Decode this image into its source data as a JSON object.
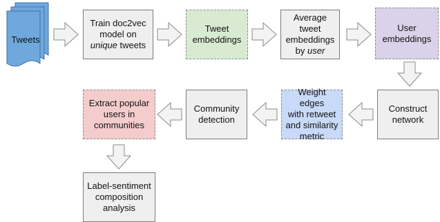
{
  "nodes": {
    "tweets": "Tweets",
    "train": {
      "l1": "Train doc2vec",
      "l2": "model on",
      "l3a": "unique",
      "l3b": " tweets"
    },
    "tweet_emb": {
      "l1": "Tweet",
      "l2": "embeddings"
    },
    "average": {
      "l1": "Average",
      "l2": "tweet",
      "l3": "embeddings",
      "l4a": "by ",
      "l4b": "user"
    },
    "user_emb": {
      "l1": "User",
      "l2": "embeddings"
    },
    "construct": {
      "l1": "Construct",
      "l2": "network"
    },
    "weight": {
      "l1": "Weight edges",
      "l2": "with retweet",
      "l3": "and similarity",
      "l4": "metric"
    },
    "community": {
      "l1": "Community",
      "l2": "detection"
    },
    "extract": {
      "l1": "Extract popular",
      "l2": "users in",
      "l3": "communities"
    },
    "label": {
      "l1": "Label-sentiment",
      "l2": "composition",
      "l3": "analysis"
    }
  }
}
